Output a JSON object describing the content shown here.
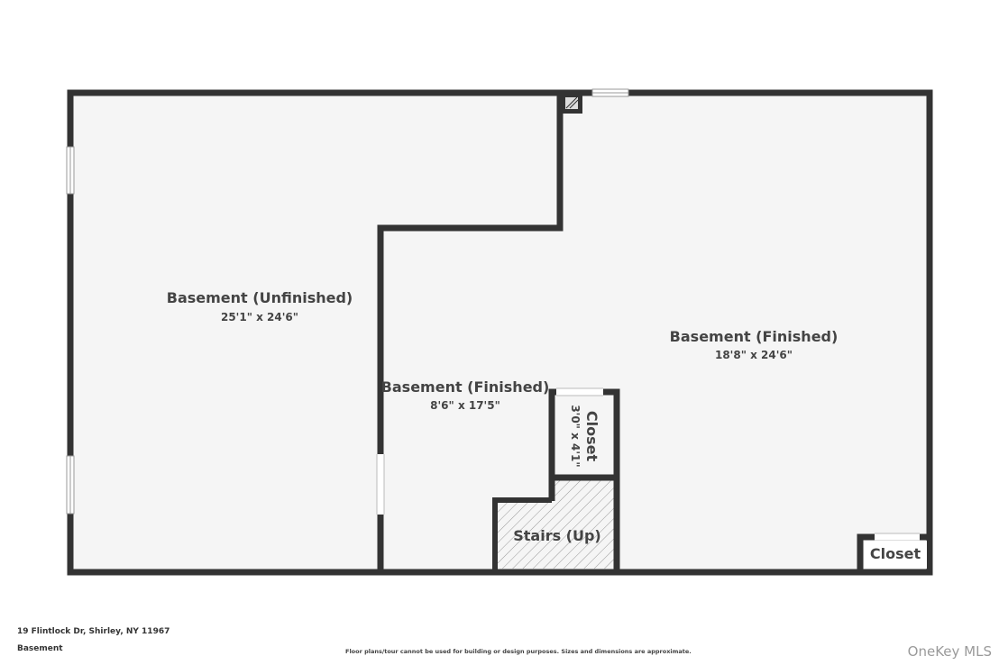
{
  "rooms": {
    "basement_unfinished": {
      "label": "Basement (Unfinished)",
      "dims": "25'1\" x 24'6\""
    },
    "basement_finished_left": {
      "label": "Basement (Finished)",
      "dims": "8'6\" x 17'5\""
    },
    "basement_finished_right": {
      "label": "Basement (Finished)",
      "dims": "18'8\" x 24'6\""
    },
    "closet_vertical": {
      "label": "Closet",
      "dims": "3'0\" x 4'1\""
    },
    "stairs": {
      "label": "Stairs (Up)"
    },
    "closet_corner": {
      "label": "Closet"
    }
  },
  "footer": {
    "address": "19 Flintlock Dr, Shirley, NY 11967",
    "floor": "Basement",
    "disclaimer": "Floor plans/tour cannot be used for building or design purposes. Sizes and dimensions are approximate.",
    "watermark": "OneKey MLS"
  },
  "colors": {
    "wall": "#333333",
    "floor": "#f5f5f5",
    "text": "#444444",
    "background": "#ffffff"
  }
}
